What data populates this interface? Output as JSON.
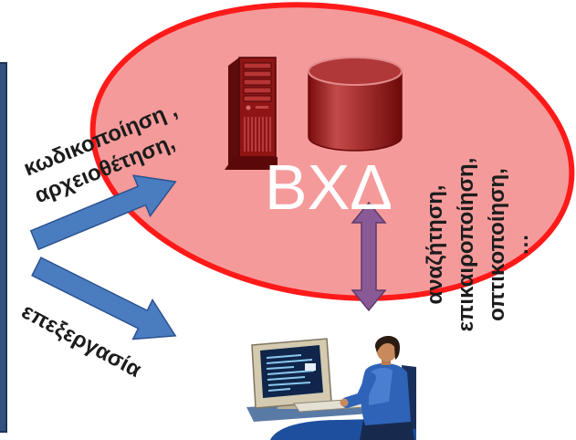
{
  "diagram": {
    "core": {
      "label": "ΒΧΔ",
      "icons": [
        "server-icon",
        "database-icon"
      ]
    },
    "ingest": {
      "lines": [
        "κωδικοποίηση ,",
        "αρχειοθέτηση,"
      ],
      "arrow_icon": "arrow-up-right-icon"
    },
    "processing": {
      "label": "επεξεργασία",
      "arrow_icon": "arrow-down-right-icon"
    },
    "access": {
      "lines": [
        "αναζήτηση,",
        "επικαιροποίηση,",
        "οπτικοποίηση,",
        "…"
      ],
      "arrow_icon": "double-arrow-vertical-icon"
    },
    "user": {
      "icon": "computer-user-icon"
    },
    "colors": {
      "ellipse_fill": "#f59a9a",
      "ellipse_outline": "#ff1a1a",
      "core_label": "#ffffff",
      "label_text": "#1c1c1c",
      "arrow_blue": "#4a7dc0",
      "arrow_purple": "#8a5a96",
      "server": "#8f1515",
      "database": "#b03838",
      "left_bar": "#34517f"
    }
  }
}
